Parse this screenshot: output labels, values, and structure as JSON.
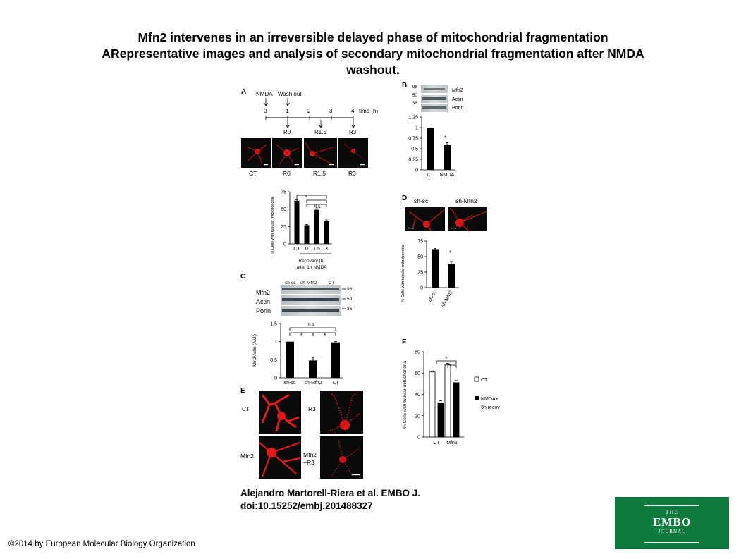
{
  "title": {
    "line1": "Mfn2 intervenes in an irreversible delayed phase of mitochondrial fragmentation",
    "line2": "ARepresentative images and analysis of secondary mitochondrial fragmentation after NMDA",
    "line3": "washout."
  },
  "citation": {
    "line1": "Alejandro Martorell-Riera et al. EMBO J.",
    "line2": "doi:10.15252/embj.201488327"
  },
  "copyright": "©2014 by European Molecular Biology Organization",
  "logo": {
    "the": "THE",
    "embo": "EMBO",
    "journal": "JOURNAL",
    "bg_color": "#0e7a3d"
  },
  "colors": {
    "micrograph_bg": "#0a0a0a",
    "mito_red": "#e01818",
    "blot_bg": "#c9cfd1"
  },
  "panels": {
    "A": {
      "letter": "A",
      "event_nmda": "NMDA",
      "event_washout": "Wash out",
      "time_ticks": [
        "0",
        "1",
        "2",
        "3",
        "4"
      ],
      "time_unit": "time (h)",
      "timepoints": [
        "R0",
        "R1.5",
        "R3"
      ],
      "image_labels": [
        "CT",
        "R0",
        "R1.5",
        "R3"
      ]
    },
    "B": {
      "letter": "B",
      "mw": [
        "96",
        "50",
        "36"
      ],
      "bands": [
        "Mfn2",
        "Actin",
        "Porin"
      ]
    },
    "C": {
      "letter": "C",
      "lanes": [
        "sh-sc",
        "sh-Mfn2",
        "CT"
      ],
      "bands": [
        "Mfn2",
        "Actin",
        "Porin"
      ],
      "mw": [
        "96",
        "50",
        "36"
      ],
      "ns_label": "N.S.",
      "star": "*"
    },
    "D": {
      "letter": "D",
      "image_labels": [
        "sh-sc",
        "sh-Mfn2"
      ]
    },
    "E": {
      "letter": "E",
      "image_labels": [
        "CT",
        "R3",
        "Mfn2",
        "Mfn2",
        "+R3"
      ]
    },
    "F": {
      "letter": "F",
      "legend": [
        "CT",
        "NMDA+",
        "3h recov"
      ]
    }
  },
  "chart_data": [
    {
      "panel": "A",
      "type": "bar",
      "categories": [
        "CT",
        "0",
        "1.5",
        "3"
      ],
      "values": [
        62,
        27,
        49,
        33
      ],
      "errors": [
        1.5,
        1,
        1.5,
        1.5
      ],
      "ylabel": "% Cells with tubular mitochondria",
      "xlabel": "Recovery (h)",
      "xlabel2": "after 1h NMDA",
      "ylim": [
        0,
        75
      ],
      "yticks": [
        "0",
        "25",
        "50",
        "75"
      ],
      "annotations": [
        "*",
        "N.S."
      ]
    },
    {
      "panel": "B",
      "type": "bar",
      "categories": [
        "CT",
        "NMDA"
      ],
      "values": [
        1.0,
        0.6
      ],
      "errors": [
        0,
        0.04
      ],
      "ylim": [
        0,
        1.25
      ],
      "yticks": [
        "0",
        "0.25",
        "0.5",
        "0.75",
        "1",
        "1.25"
      ],
      "annotations": [
        "*"
      ]
    },
    {
      "panel": "C",
      "type": "bar",
      "categories": [
        "sh-sc",
        "sh-Mfn2",
        "CT"
      ],
      "values": [
        1.0,
        0.48,
        0.98
      ],
      "errors": [
        0,
        0.07,
        0.02
      ],
      "ylabel": "Mfn2/Actin (A.U.)",
      "ylim": [
        0,
        1.5
      ],
      "yticks": [
        "0",
        "0,5",
        "1",
        "1,5"
      ],
      "annotations": [
        "*",
        "*",
        "N.S."
      ]
    },
    {
      "panel": "D",
      "type": "bar",
      "categories": [
        "sh-sc",
        "sh-Mfn2"
      ],
      "values": [
        62,
        38
      ],
      "errors": [
        1,
        4
      ],
      "ylabel": "% Cells with tubular mitochondria",
      "ylim": [
        0,
        75
      ],
      "yticks": [
        "0",
        "25",
        "50",
        "75"
      ],
      "annotations": [
        "*"
      ]
    },
    {
      "panel": "F",
      "type": "bar",
      "categories": [
        "CT",
        "Mfn2"
      ],
      "series": [
        {
          "name": "CT",
          "values": [
            61,
            68
          ],
          "errors": [
            1,
            1
          ]
        },
        {
          "name": "NMDA+ 3h recov",
          "values": [
            32,
            51
          ],
          "errors": [
            2,
            2
          ]
        }
      ],
      "ylabel": "% Cells with tubular mitochondria",
      "ylim": [
        0,
        80
      ],
      "yticks": [
        "0",
        "20",
        "40",
        "60",
        "80"
      ],
      "annotations": [
        "*"
      ]
    }
  ]
}
